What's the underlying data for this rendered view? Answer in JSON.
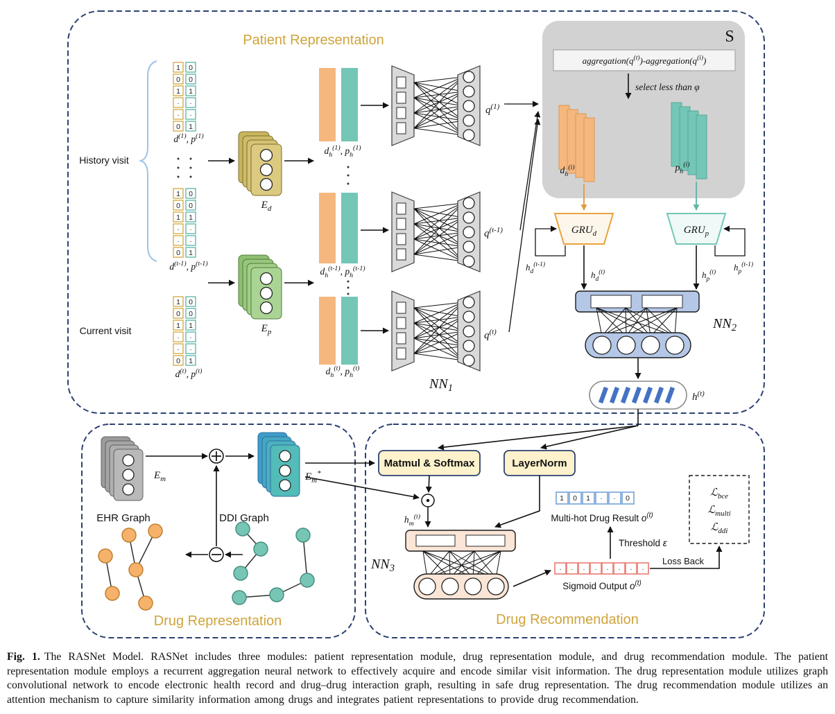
{
  "modules": {
    "patient": "Patient Representation",
    "drug_rep": "Drug Representation",
    "drug_rec": "Drug Recommendation"
  },
  "visits": {
    "history": "History visit",
    "current": "Current visit",
    "groups": [
      {
        "left": [
          "1",
          "0",
          "1",
          "·",
          "·",
          "0"
        ],
        "right": [
          "0",
          "0",
          "1",
          "·",
          "·",
          "1"
        ]
      },
      {
        "left": [
          "1",
          "0",
          "1",
          "·",
          "·",
          "0"
        ],
        "right": [
          "0",
          "0",
          "1",
          "·",
          "·",
          "1"
        ]
      },
      {
        "left": [
          "1",
          "0",
          "1",
          "·",
          "·",
          "0"
        ],
        "right": [
          "0",
          "0",
          "1",
          "·",
          "·",
          "1"
        ]
      }
    ]
  },
  "text": {
    "s": "S",
    "select": "select less than φ",
    "ehr": "EHR Graph",
    "ddi": "DDI Graph",
    "matmul": "Matmul & Softmax",
    "layernorm": "LayerNorm",
    "loss_back": "Loss Back"
  },
  "cells": {
    "multi_hot": [
      "1",
      "0",
      "1",
      "·",
      "·",
      "0"
    ],
    "sigmoid": [
      "·",
      "·",
      "·",
      "·",
      "·",
      "·",
      "·",
      "·"
    ]
  },
  "rich": {
    "dp1": [
      {
        "t": "d"
      },
      {
        "t": "(1)",
        "s": "p"
      },
      {
        "t": ", p"
      },
      {
        "t": "(1)",
        "s": "p"
      }
    ],
    "dpt1": [
      {
        "t": "d"
      },
      {
        "t": "(t-1)",
        "s": "p"
      },
      {
        "t": ", p"
      },
      {
        "t": "(t-1)",
        "s": "p"
      }
    ],
    "dpt": [
      {
        "t": "d"
      },
      {
        "t": "(t)",
        "s": "p"
      },
      {
        "t": ", p"
      },
      {
        "t": "(t)",
        "s": "p"
      }
    ],
    "ed": [
      {
        "t": "E"
      },
      {
        "t": "d",
        "s": "b"
      }
    ],
    "ep": [
      {
        "t": "E"
      },
      {
        "t": "p",
        "s": "b"
      }
    ],
    "dh1": [
      {
        "t": "d"
      },
      {
        "t": "h",
        "s": "b"
      },
      {
        "t": "(1)",
        "s": "p"
      },
      {
        "t": ", p"
      },
      {
        "t": "h",
        "s": "b"
      },
      {
        "t": "(1)",
        "s": "p"
      }
    ],
    "dht1": [
      {
        "t": "d"
      },
      {
        "t": "h",
        "s": "b"
      },
      {
        "t": "(t-1)",
        "s": "p"
      },
      {
        "t": ", p"
      },
      {
        "t": "h",
        "s": "b"
      },
      {
        "t": "(t-1)",
        "s": "p"
      }
    ],
    "dht": [
      {
        "t": "d"
      },
      {
        "t": "h",
        "s": "b"
      },
      {
        "t": "(t)",
        "s": "p"
      },
      {
        "t": ", p"
      },
      {
        "t": "h",
        "s": "b"
      },
      {
        "t": "(t)",
        "s": "p"
      }
    ],
    "q1": [
      {
        "t": "q"
      },
      {
        "t": "(1)",
        "s": "p"
      }
    ],
    "qt1": [
      {
        "t": "q"
      },
      {
        "t": "(t-1)",
        "s": "p"
      }
    ],
    "qt": [
      {
        "t": "q"
      },
      {
        "t": "(t)",
        "s": "p"
      }
    ],
    "nn1": [
      {
        "t": "NN"
      },
      {
        "t": "1",
        "s": "b"
      }
    ],
    "nn2": [
      {
        "t": "NN"
      },
      {
        "t": "2",
        "s": "b"
      }
    ],
    "nn3": [
      {
        "t": "NN"
      },
      {
        "t": "3",
        "s": "b"
      }
    ],
    "agg": [
      {
        "t": "aggregation(q"
      },
      {
        "t": "(t)",
        "s": "p"
      },
      {
        "t": ")-aggregation(q"
      },
      {
        "t": "(i)",
        "s": "p"
      },
      {
        "t": ")"
      }
    ],
    "dhi": [
      {
        "t": "d"
      },
      {
        "t": "h",
        "s": "b"
      },
      {
        "t": "(i)",
        "s": "p"
      }
    ],
    "phi": [
      {
        "t": "p"
      },
      {
        "t": "h",
        "s": "b"
      },
      {
        "t": "(i)",
        "s": "p"
      }
    ],
    "grud": [
      {
        "t": "GRU"
      },
      {
        "t": "d",
        "s": "b"
      }
    ],
    "grup": [
      {
        "t": "GRU"
      },
      {
        "t": "p",
        "s": "b"
      }
    ],
    "hdt1": [
      {
        "t": "h"
      },
      {
        "t": "d",
        "s": "b"
      },
      {
        "t": "(t-1)",
        "s": "p"
      }
    ],
    "hpt1": [
      {
        "t": "h"
      },
      {
        "t": "p",
        "s": "b"
      },
      {
        "t": "(t-1)",
        "s": "p"
      }
    ],
    "hdt": [
      {
        "t": "h"
      },
      {
        "t": "d",
        "s": "b"
      },
      {
        "t": "(t)",
        "s": "p"
      }
    ],
    "hpt": [
      {
        "t": "h"
      },
      {
        "t": "p",
        "s": "b"
      },
      {
        "t": "(t)",
        "s": "p"
      }
    ],
    "ht": [
      {
        "t": "h"
      },
      {
        "t": "(t)",
        "s": "p"
      }
    ],
    "em": [
      {
        "t": "E"
      },
      {
        "t": "m",
        "s": "b"
      }
    ],
    "emstar": [
      {
        "t": "E"
      },
      {
        "t": "m",
        "s": "b"
      },
      {
        "t": "*",
        "s": "p"
      }
    ],
    "hmt": [
      {
        "t": "h"
      },
      {
        "t": "m",
        "s": "b"
      },
      {
        "t": "(t)",
        "s": "p"
      }
    ],
    "multihot": [
      {
        "t": "Multi-hot Drug Result "
      },
      {
        "t": "o",
        "i": 1
      },
      {
        "t": "(t)",
        "s": "p",
        "i": 1
      }
    ],
    "sigmoid": [
      {
        "t": "Sigmoid Output "
      },
      {
        "t": "o",
        "i": 1
      },
      {
        "t": "(t)",
        "s": "p",
        "i": 1
      }
    ],
    "threshold": [
      {
        "t": "Threshold "
      },
      {
        "t": "ε",
        "i": 1
      }
    ],
    "lbce": [
      {
        "t": "ℒ",
        "i": 1
      },
      {
        "t": "bce",
        "s": "b",
        "i": 1
      }
    ],
    "lmulti": [
      {
        "t": "ℒ",
        "i": 1
      },
      {
        "t": "multi",
        "s": "b",
        "i": 1
      }
    ],
    "lddi": [
      {
        "t": "ℒ",
        "i": 1
      },
      {
        "t": "ddi",
        "s": "b",
        "i": 1
      }
    ]
  },
  "figure": {
    "caption_tag": "Fig. 1.",
    "caption_text": "The RASNet Model. RASNet includes three modules: patient representation module, drug representation module, and drug recommendation module. The patient representation module employs a recurrent aggregation neural network to effectively acquire and encode similar visit information. The drug representation module utilizes graph convolutional network to encode electronic health record and drug–drug interaction graph, resulting in safe drug representation. The drug recommendation module utilizes an attention mechanism to capture similarity information among drugs and integrates patient representations to provide drug recommendation."
  },
  "colors": {
    "module_border": "#2c4170",
    "module_title_gold": "#cfa43b",
    "diagnosis_orange": "#f5b77e",
    "procedure_teal": "#74c6b6",
    "nn2_blue": "#b4c7e7",
    "nn3_peach": "#fbe5d6",
    "attention_yellow": "#fdf2cc",
    "state_bar_blue": "#4472c4",
    "s_box_gray": "#d2d2d2",
    "multihot_blue": "#7da7d9",
    "sigmoid_red": "#e8837a",
    "ehr_node_orange": "#f6b26b",
    "ddi_node_teal": "#76c5b5"
  }
}
